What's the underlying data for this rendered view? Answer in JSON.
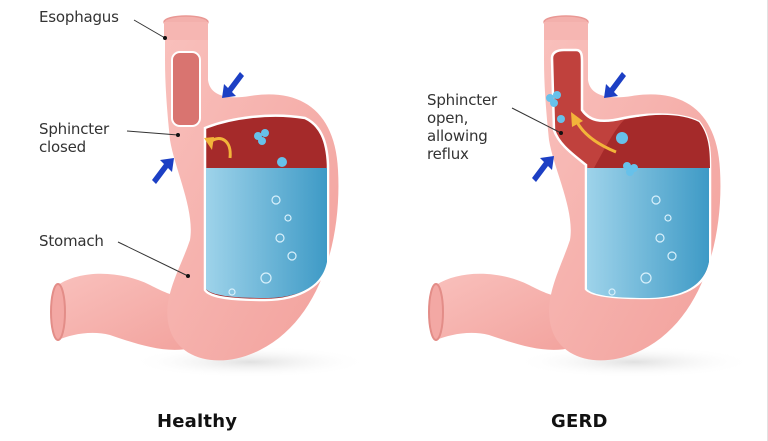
{
  "diagram": {
    "topic": "Healthy stomach vs GERD",
    "colors": {
      "tissue": "#f6aeaa",
      "tissue_dark": "#e98f8b",
      "lining": "#a52a2a",
      "acid": "#5fb4d8",
      "arrow": "#1c3fc4",
      "reflux_arrow": "#f2b43a",
      "label": "#333333"
    },
    "panels": [
      {
        "title": "Healthy",
        "labels": {
          "esophagus": "Esophagus",
          "sphincter": "Sphincter\nclosed",
          "stomach": "Stomach"
        }
      },
      {
        "title": "GERD",
        "labels": {
          "sphincter": "Sphincter\nopen,\nallowing\nreflux"
        }
      }
    ]
  }
}
